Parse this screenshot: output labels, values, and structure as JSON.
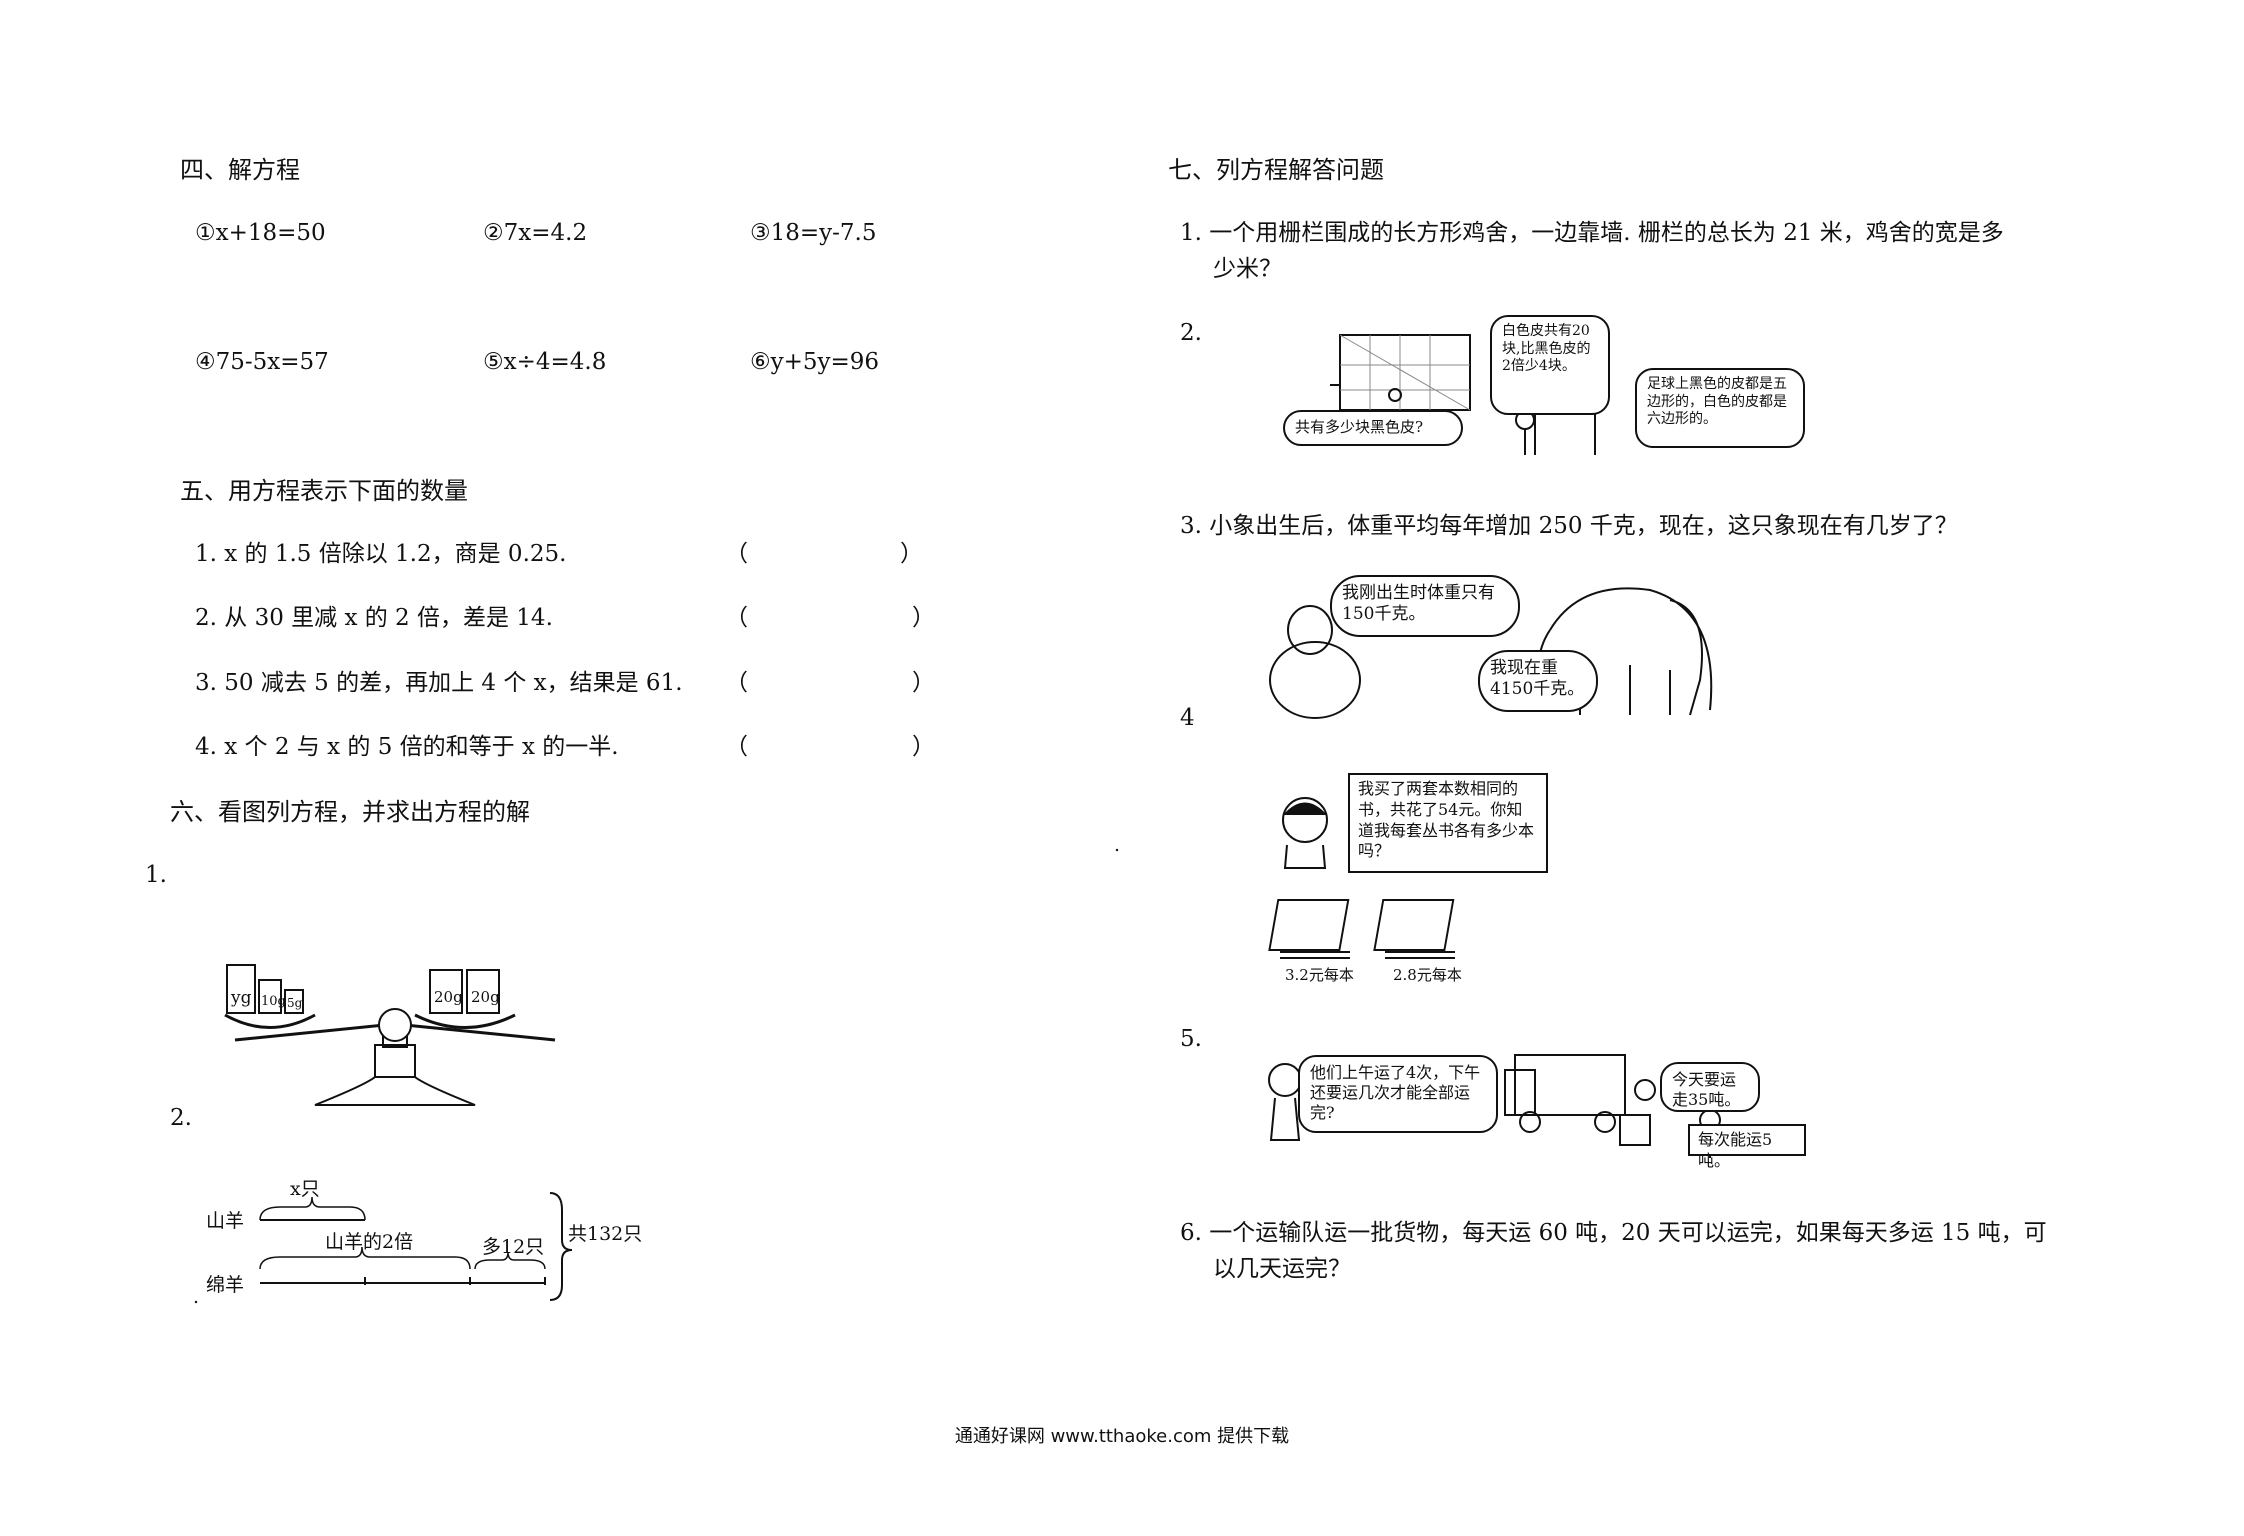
{
  "left": {
    "section4": {
      "title": "四、解方程",
      "items": [
        "①x+18=50",
        "②7x=4.2",
        "③18=y-7.5",
        "④75-5x=57",
        "⑤x÷4=4.8",
        "⑥y+5y=96"
      ]
    },
    "section5": {
      "title": "五、用方程表示下面的数量",
      "items": [
        "1. x 的 1.5 倍除以 1.2，商是 0.25.",
        "2. 从 30 里减 x 的 2 倍，差是 14.",
        "3. 50 减去 5 的差，再加上 4 个 x，结果是 61.",
        "4. x 个 2 与 x 的 5 倍的和等于 x 的一半."
      ],
      "blank_open": "（",
      "blank_close": "）"
    },
    "section6": {
      "title": "六、看图列方程，并求出方程的解",
      "q1_label": "1.",
      "scale_labels": [
        "yg",
        "10g",
        "5g",
        "20g",
        "20g"
      ],
      "q2_label": "2.",
      "goat_label": "山羊",
      "goat_value": "x只",
      "sheep_label": "绵羊",
      "sheep_brace_label": "山羊的2倍",
      "extra_label": "多12只",
      "total_label": "共132只",
      "dot": "."
    }
  },
  "right": {
    "section7": {
      "title": "七、列方程解答问题",
      "q1_line1": "1. 一个用栅栏围成的长方形鸡舍，一边靠墙. 栅栏的总长为 21 米，鸡舍的宽是多",
      "q1_line2": "少米？",
      "q2_label": "2.",
      "q2_bubble_a": "白色皮共有20块,比黑色皮的2倍少4块。",
      "q2_bubble_b": "足球上黑色的皮都是五边形的，白色的皮都是六边形的。",
      "q2_question": "共有多少块黑色皮?",
      "q3_text": "3. 小象出生后，体重平均每年增加 250 千克，现在，这只象现在有几岁了？",
      "q3_bubble_a": "我刚出生时体重只有150千克。",
      "q3_bubble_b": "我现在重4150千克。",
      "q4_label": "4",
      "q4_bubble": "我买了两套本数相同的书，共花了54元。你知道我每套丛书各有多少本吗？",
      "q4_price_a": "3.2元每本",
      "q4_price_b": "2.8元每本",
      "q5_label": "5.",
      "q5_bubble_a": "他们上午运了4次，下午还要运几次才能全部运完?",
      "q5_bubble_b": "今天要运走35吨。",
      "q5_box": "每次能运5吨。",
      "q6_line1": "6. 一个运输队运一批货物，每天运 60 吨，20 天可以运完，如果每天多运 15 吨，可",
      "q6_line2": "以几天运完？",
      "dot": "."
    }
  },
  "footer": "通通好课网  www.tthaoke.com  提供下载"
}
